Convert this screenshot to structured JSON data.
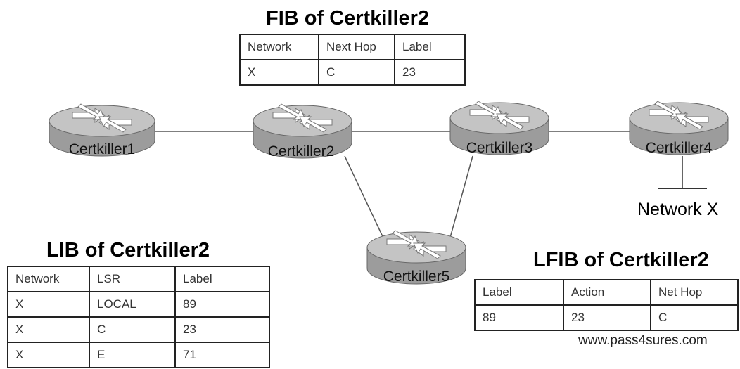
{
  "fib": {
    "title": "FIB of Certkiller2",
    "headers": [
      "Network",
      "Next Hop",
      "Label"
    ],
    "rows": [
      [
        "X",
        "C",
        "23"
      ]
    ]
  },
  "lib": {
    "title": "LIB of Certkiller2",
    "headers": [
      "Network",
      "LSR",
      "Label"
    ],
    "rows": [
      [
        "X",
        "LOCAL",
        "89"
      ],
      [
        "X",
        "C",
        "23"
      ],
      [
        "X",
        "E",
        "71"
      ]
    ]
  },
  "lfib": {
    "title": "LFIB of Certkiller2",
    "headers": [
      "Label",
      "Action",
      "Net Hop"
    ],
    "rows": [
      [
        "89",
        "23",
        "C"
      ]
    ]
  },
  "routers": [
    "Certkiller1",
    "Certkiller2",
    "Certkiller3",
    "Certkiller4",
    "Certkiller5"
  ],
  "network_label": "Network X",
  "watermark": "www.pass4sures.com",
  "colors": {
    "router_body": "#9c9c9c",
    "router_top": "#c4c4c4",
    "arrow": "#ffffff"
  }
}
